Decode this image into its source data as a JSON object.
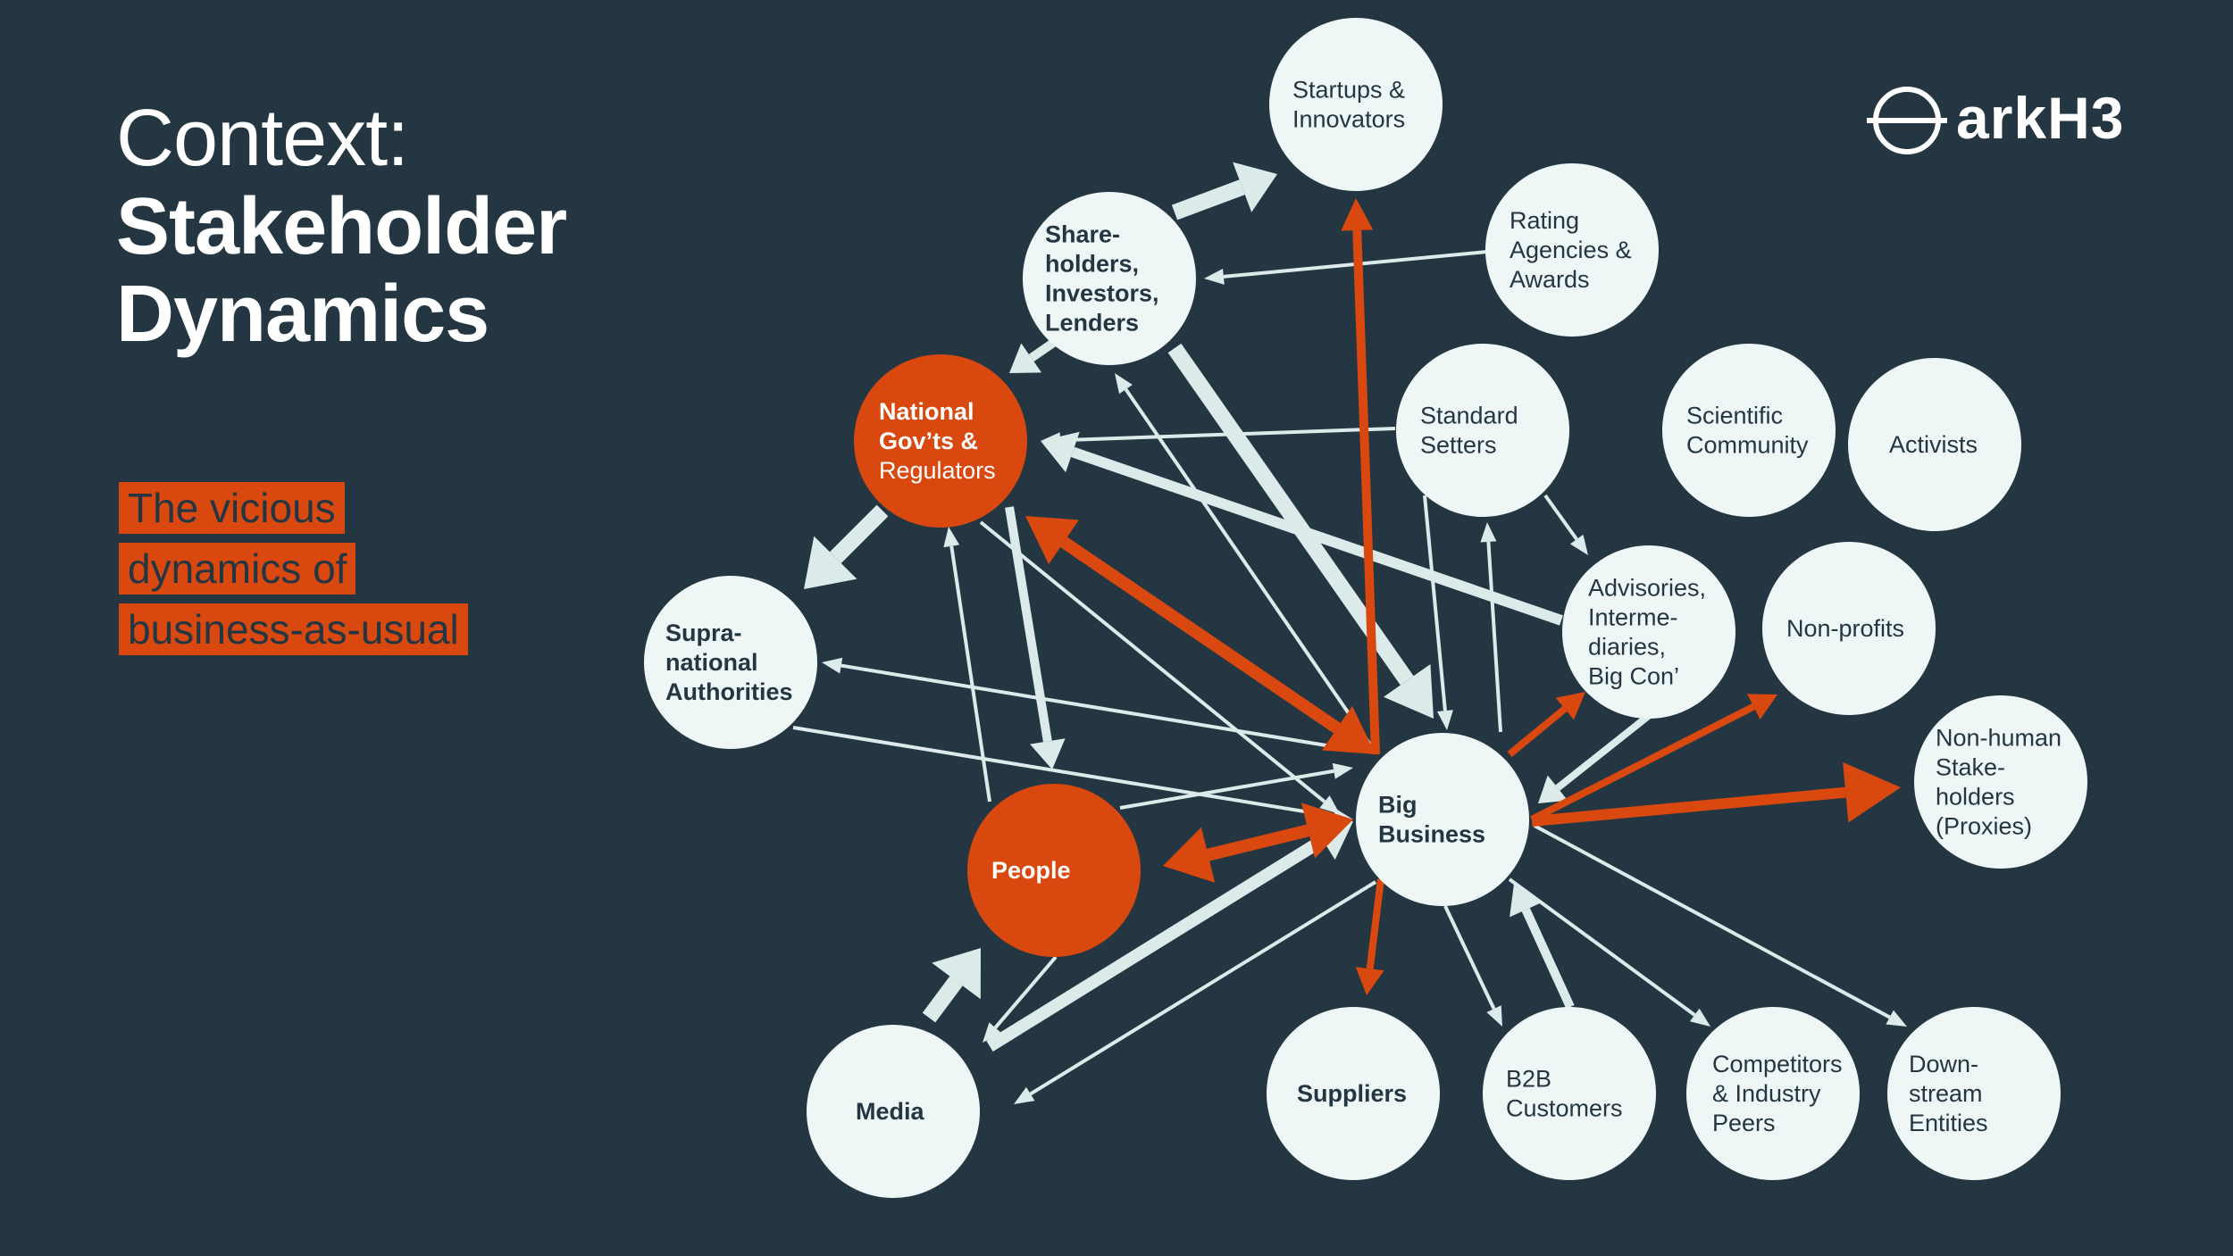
{
  "title": {
    "line1": "Context:",
    "line2": "Stakeholder",
    "line3": "Dynamics"
  },
  "subtitle": [
    "The vicious",
    "dynamics of",
    "business-as-usual"
  ],
  "logo": {
    "text": "arkH3",
    "icon": "circle-line-logo-icon"
  },
  "colors": {
    "background": "#243642",
    "node": "#eef6f6",
    "accent": "#d9480f",
    "arrow": "#dceaea",
    "text_dark": "#243642"
  },
  "nodes": [
    {
      "id": "startups",
      "lines": [
        "Startups &",
        "Innovators"
      ],
      "style": "light",
      "bold": false
    },
    {
      "id": "shareholders",
      "lines": [
        "Share-",
        "holders,",
        "Investors,",
        "Lenders"
      ],
      "style": "light",
      "bold": true
    },
    {
      "id": "rating",
      "lines": [
        "Rating",
        "Agencies &",
        "Awards"
      ],
      "style": "light",
      "bold": false
    },
    {
      "id": "national",
      "lines": [
        "National",
        "Gov’ts &",
        "Regulators"
      ],
      "style": "accent",
      "bold": true
    },
    {
      "id": "standard",
      "lines": [
        "Standard",
        "Setters"
      ],
      "style": "light",
      "bold": false
    },
    {
      "id": "scientific",
      "lines": [
        "Scientific",
        "Community"
      ],
      "style": "light",
      "bold": false
    },
    {
      "id": "activists",
      "lines": [
        "Activists"
      ],
      "style": "light",
      "bold": false
    },
    {
      "id": "supra",
      "lines": [
        "Supra-",
        "national",
        "Authorities"
      ],
      "style": "light",
      "bold": true
    },
    {
      "id": "advisories",
      "lines": [
        "Advisories,",
        "Interme-",
        "diaries,",
        "Big Con’"
      ],
      "style": "light",
      "bold": false
    },
    {
      "id": "nonprofits",
      "lines": [
        "Non-profits"
      ],
      "style": "light",
      "bold": false
    },
    {
      "id": "nonhuman",
      "lines": [
        "Non-human",
        "Stake-",
        "holders",
        "(Proxies)"
      ],
      "style": "light",
      "bold": false
    },
    {
      "id": "bigbusiness",
      "lines": [
        "Big",
        "Business"
      ],
      "style": "light",
      "bold": true
    },
    {
      "id": "people",
      "lines": [
        "People"
      ],
      "style": "accent",
      "bold": true
    },
    {
      "id": "media",
      "lines": [
        "Media"
      ],
      "style": "light",
      "bold": true
    },
    {
      "id": "suppliers",
      "lines": [
        "Suppliers"
      ],
      "style": "light",
      "bold": true
    },
    {
      "id": "b2b",
      "lines": [
        "B2B",
        "Customers"
      ],
      "style": "light",
      "bold": false
    },
    {
      "id": "competitors",
      "lines": [
        "Competitors",
        "& Industry",
        "Peers"
      ],
      "style": "light",
      "bold": false
    },
    {
      "id": "downstream",
      "lines": [
        "Down-",
        "stream",
        "Entities"
      ],
      "style": "light",
      "bold": false
    }
  ]
}
